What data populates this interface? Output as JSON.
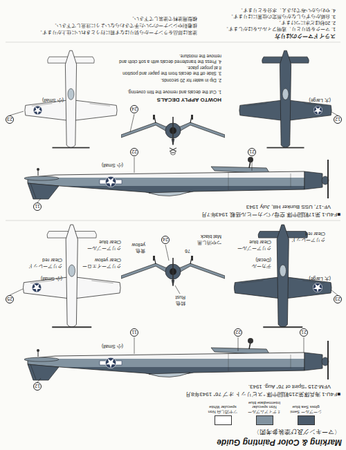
{
  "diagram": {
    "title": "Marking & Color Painting Guide",
    "nodes": [
      {
        "text": [
          "12"
        ]
      },
      {
        "text": [
          "21"
        ]
      },
      {
        "text": [
          "22"
        ]
      },
      {
        "text": [
          "11"
        ]
      },
      {
        "text": [
          "23"
        ]
      },
      {
        "text": [
          "25"
        ]
      },
      {
        "text": [
          "24"
        ]
      },
      {
        "text": [
          "11"
        ]
      },
      {
        "text": [
          "21"
        ]
      },
      {
        "text": [
          "22"
        ]
      },
      {
        "text": [
          "12"
        ]
      },
      {
        "text": [
          "23"
        ]
      },
      {
        "text": [
          "24"
        ]
      }
    ],
    "labels": [
      "〈マーキング及び塗装参考図〉",
      "■F4U-1 海兵隊第215戦闘中隊 “スピリット オブ 76” 1943年8月",
      "VFM-215 “Spirit of 76” Aug. 1943.",
      "(小 Small)",
      "錆色",
      "Rust",
      "(大 Large)",
      "デカール",
      "(Decal)",
      "クリアーブルー",
      "Clear blue",
      "クリアーレッド",
      "Clear red",
      "(小 Small)",
      "クリアーイエロー",
      "Clear yellow",
      "クリアーブルー",
      "Clear blue",
      "クリアーレッド",
      "Clear red",
      "76",
      "黄色",
      "yellow",
      "つや消し黒",
      "Mat black",
      "■F4U-1 第17戦闘中隊 空母バンカーヒル搭載 1943年7月",
      "VF-17, USS Bunker Hill, July 1943",
      "(小 Small)",
      "(大 Large)",
      "(小 Small)",
      "HOWTO APPLY DECALS",
      "1. Cut the decals and remove the film covering.",
      "2. Dip in water for 20 seconds.",
      "3. Slide off the decals from the paper and position it at proper place.",
      "4. Press the transferred decals with a soft cloth and remove the moisture.",
      "スライドマークのはり方",
      "1. マークを切りとり、透明フィルムをはがします。",
      "2. 20秒ほど水につけます。",
      "3. 台紙からずらしながら所定の位置にはります。",
      "4. やわらかい布でおさえ、水分をとります。",
      "塗装は部品をランナーから切りはなす前に行うときれいに仕上がります。",
      "接着剤やシンナーのついた手でさわらないように注意して下さい。",
      "模型用塗料で塗装して下さい。"
    ],
    "legend": [
      {
        "text": "シーブルー Semi gloss Sea blue",
        "color": "#4b5b6b"
      },
      {
        "text": "ミディアムブルー Non specular Intermediate blue",
        "color": "#8293a0"
      },
      {
        "text": "ツヤ消し白 Non specular White",
        "color": "#ffffff"
      }
    ]
  }
}
